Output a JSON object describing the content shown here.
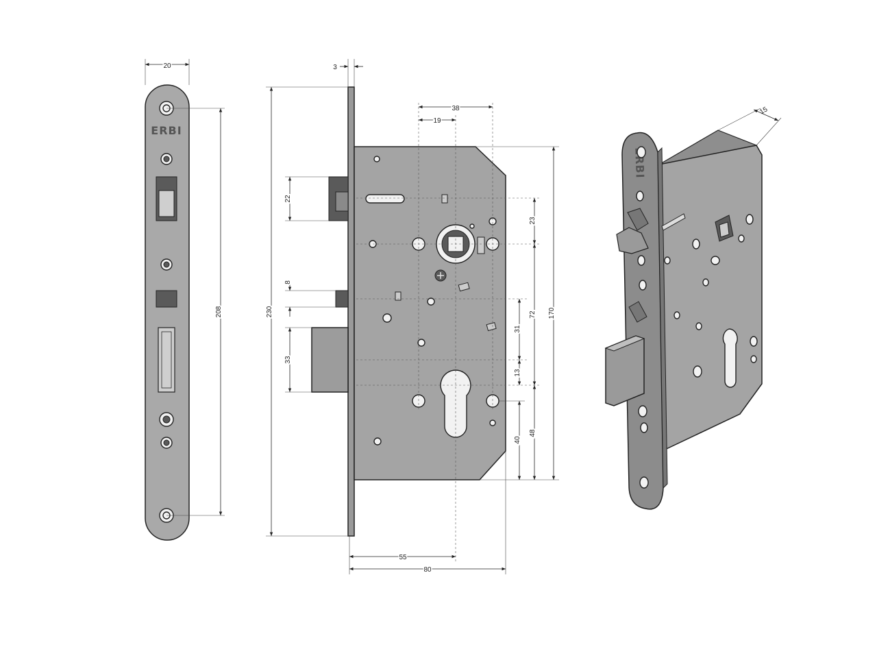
{
  "brand": "ERBI",
  "dimensions": {
    "faceplate_width": "20",
    "faceplate_screw_spacing": "208",
    "faceplate_thickness": "3",
    "faceplate_length": "230",
    "latch_height": "22",
    "deadbolt_top": "8",
    "deadbolt_height": "33",
    "hole_spacing": "38",
    "follower_offset": "19",
    "follower_to_top_hole": "23",
    "follower_to_cylinder": "72",
    "case_height": "170",
    "cylinder_to_latch": "31",
    "cylinder_to_bolt": "13",
    "cylinder_to_bottom_hole": "40",
    "cylinder_to_case_bottom": "48",
    "backset": "55",
    "case_depth": "80",
    "case_thickness_iso": "15"
  }
}
